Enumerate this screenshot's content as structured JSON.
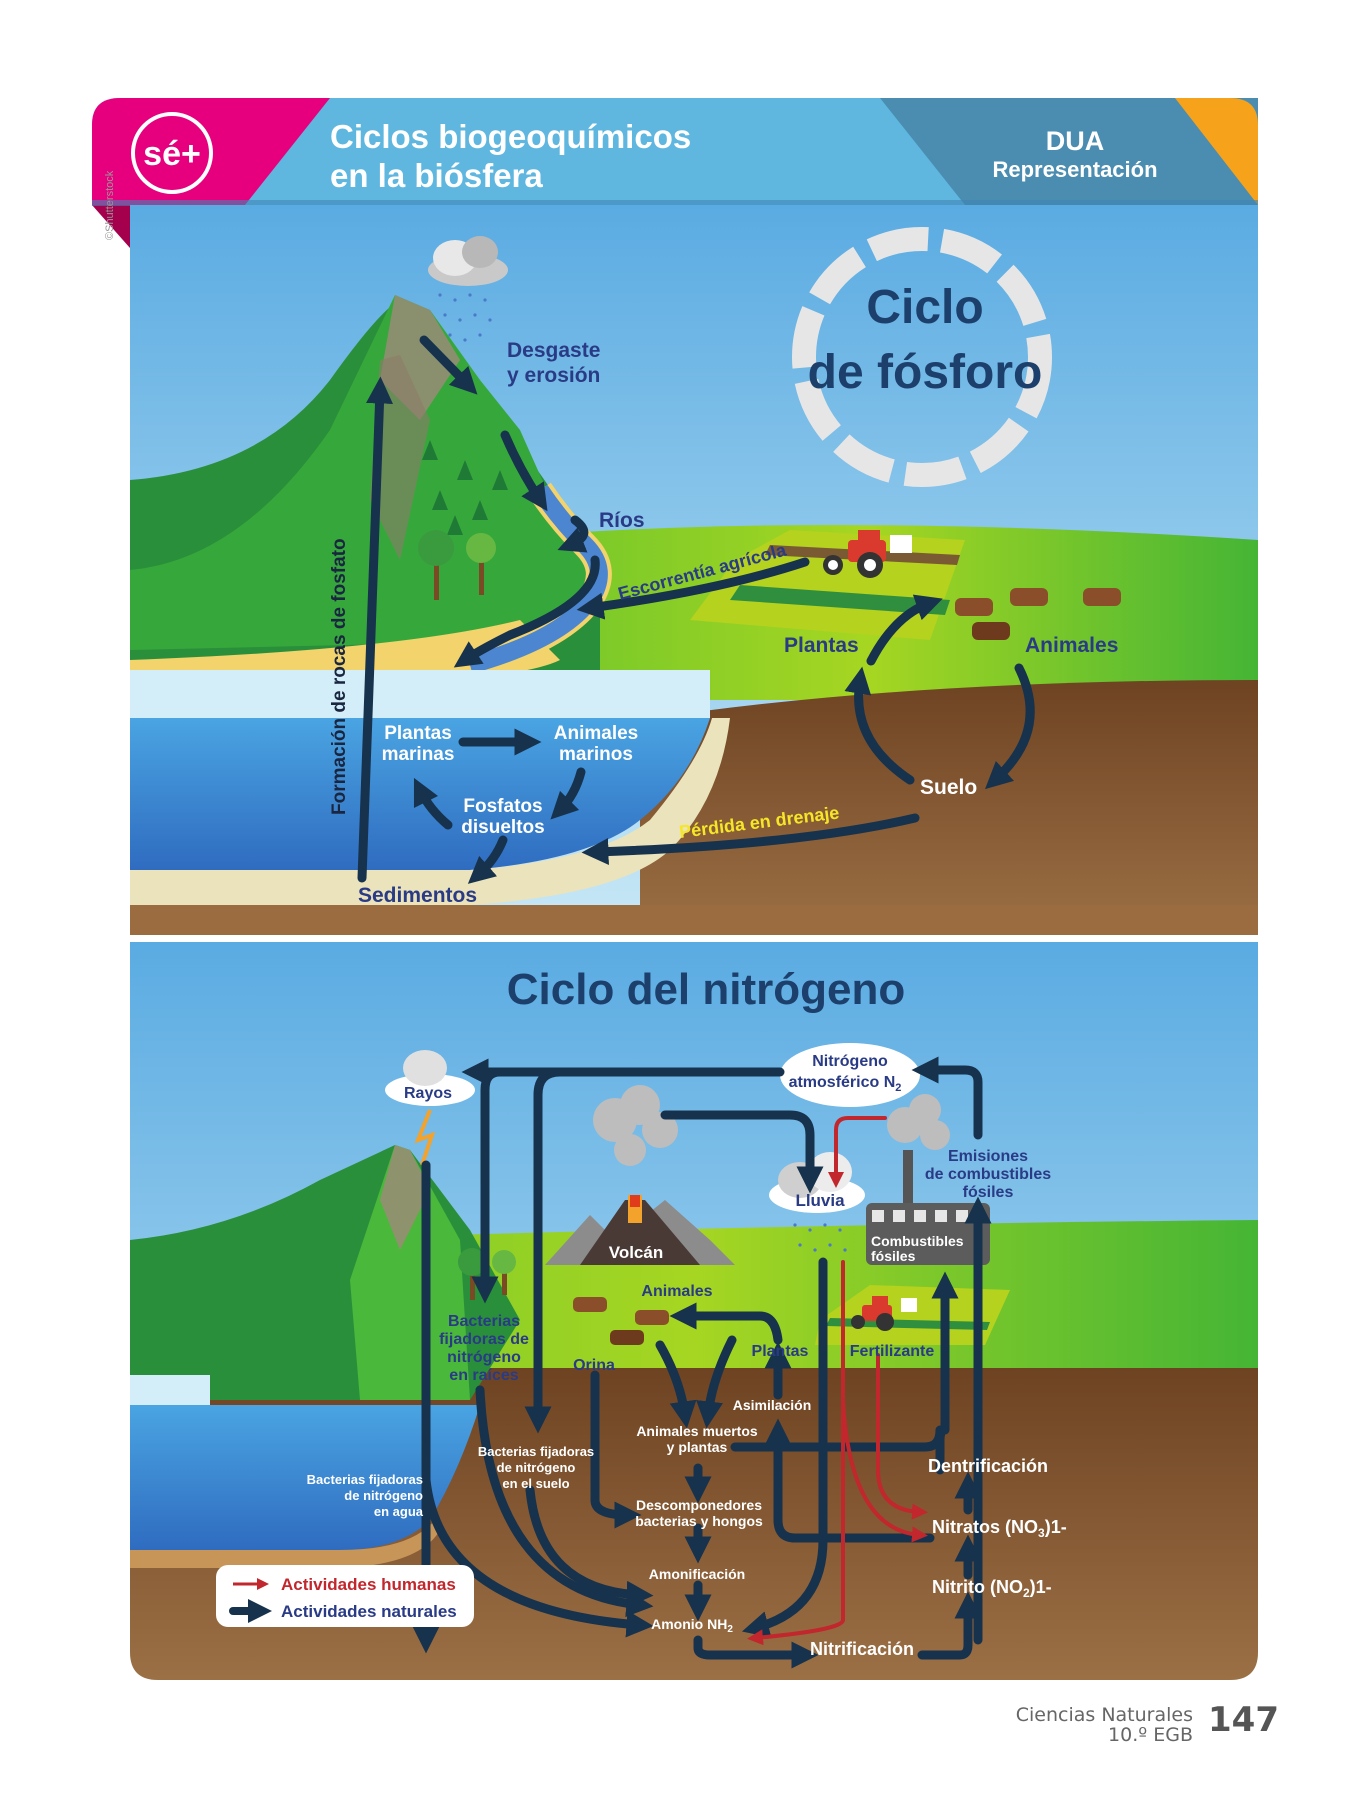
{
  "header": {
    "logo_text": "sé+",
    "title_line1": "Ciclos biogeoquímicos",
    "title_line2": "en la biósfera",
    "tag_title": "DUA",
    "tag_subtitle": "Representación",
    "colors": {
      "magenta": "#e6007e",
      "light_blue": "#5fb7e0",
      "steel_blue": "#4a8db0",
      "orange": "#f6a21b"
    }
  },
  "credit": "©Shutterstock",
  "phosphorus": {
    "title_line1": "Ciclo",
    "title_line2": "de fósforo",
    "labels": {
      "weathering_l1": "Desgaste",
      "weathering_l2": "y erosión",
      "rivers": "Ríos",
      "runoff": "Escorrentía agrícola",
      "plants": "Plantas",
      "animals": "Animales",
      "soil": "Suelo",
      "drainage_loss": "Pérdida en drenaje",
      "marine_plants_l1": "Plantas",
      "marine_plants_l2": "marinas",
      "marine_animals_l1": "Animales",
      "marine_animals_l2": "marinos",
      "dissolved_l1": "Fosfatos",
      "dissolved_l2": "disueltos",
      "sediments": "Sedimentos",
      "rock_formation": "Formación de rocas de fosfato"
    }
  },
  "nitrogen": {
    "title": "Ciclo del nitrógeno",
    "labels": {
      "atm_l1": "Nitrógeno",
      "atm_l2": "atmosférico N",
      "atm_sub": "2",
      "lightning": "Rayos",
      "volcano": "Volcán",
      "rain": "Lluvia",
      "emissions_l1": "Emisiones",
      "emissions_l2": "de combustibles",
      "emissions_l3": "fósiles",
      "fossil_l1": "Combustibles",
      "fossil_l2": "fósiles",
      "animals": "Animales",
      "plants": "Plantas",
      "fertilizer": "Fertilizante",
      "urine": "Orina",
      "root_bact_l1": "Bacterias",
      "root_bact_l2": "fijadoras de",
      "root_bact_l3": "nitrógeno",
      "root_bact_l4": "en raíces",
      "soil_bact_l1": "Bacterias fijadoras",
      "soil_bact_l2": "de nitrógeno",
      "soil_bact_l3": "en el suelo",
      "water_bact_l1": "Bacterias fijadoras",
      "water_bact_l2": "de nitrógeno",
      "water_bact_l3": "en agua",
      "assimilation": "Asimilación",
      "dead_l1": "Animales muertos",
      "dead_l2": "y plantas",
      "decomp_l1": "Descomponedores",
      "decomp_l2": "bacterias y hongos",
      "ammonification": "Amonificación",
      "ammonium": "Amonio NH",
      "ammonium_sub": "2",
      "nitrification": "Nitrificación",
      "nitrite": "Nitrito (NO",
      "nitrite_sub": "2",
      "nitrite_tail": ")1-",
      "nitrate": "Nitratos (NO",
      "nitrate_sub": "3",
      "nitrate_tail": ")1-",
      "denitrification": "Dentrificación"
    },
    "legend": {
      "human": "Actividades humanas",
      "natural": "Actividades naturales",
      "human_color": "#c1272d",
      "natural_color": "#17324d"
    }
  },
  "footer": {
    "subject": "Ciencias Naturales",
    "grade": "10.º EGB",
    "page_number": "147"
  }
}
